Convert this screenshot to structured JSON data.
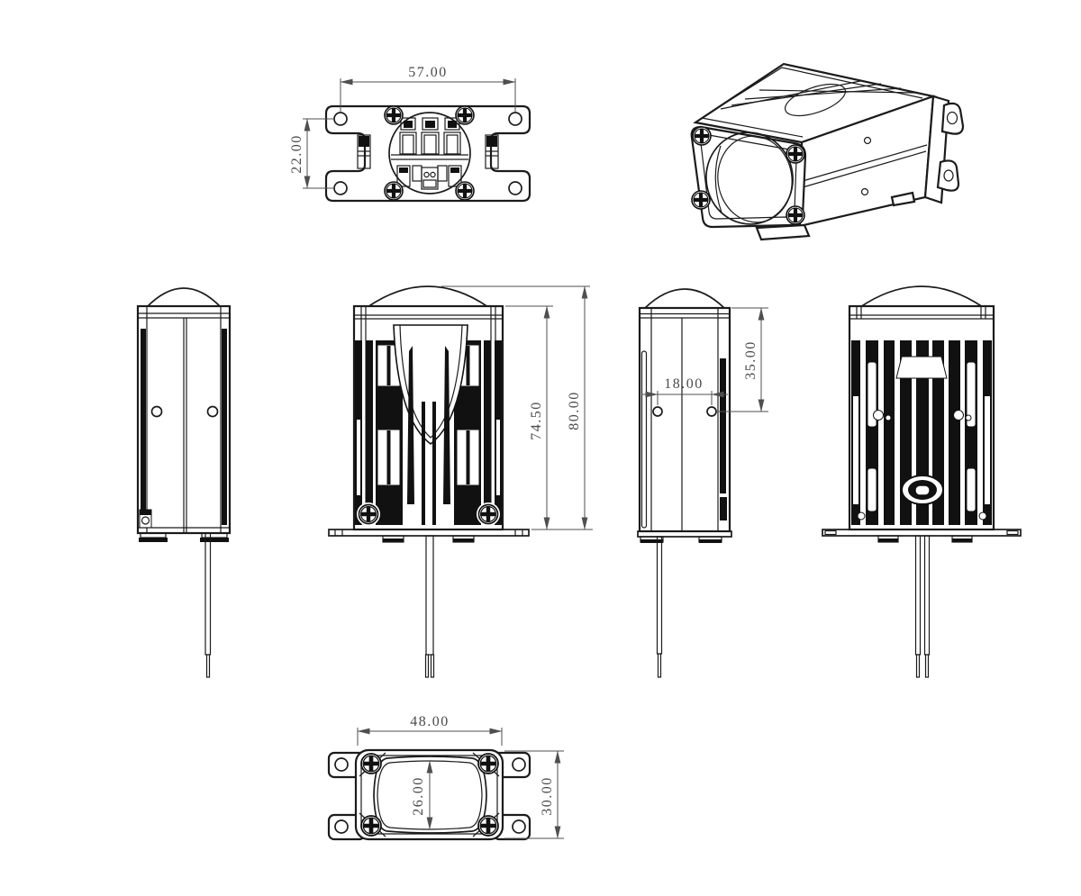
{
  "drawing": {
    "description": "engineering drawing of projector lens module, multiple orthographic views plus isometric view",
    "dimensions": {
      "top_view": {
        "mount_width": "57.00",
        "mount_height": "22.00"
      },
      "front_view": {
        "body_height": "74.50",
        "overall_height": "80.00"
      },
      "side_view": {
        "hole_spacing": "18.00",
        "top_to_hole": "35.00"
      },
      "face_view": {
        "bezel_width": "48.00",
        "lens_height": "26.00",
        "bezel_height": "30.00"
      }
    },
    "colors": {
      "line": "#1b1b1b",
      "dark_fill": "#111111",
      "dimension": "#4f4f4f",
      "background": "#ffffff"
    }
  }
}
